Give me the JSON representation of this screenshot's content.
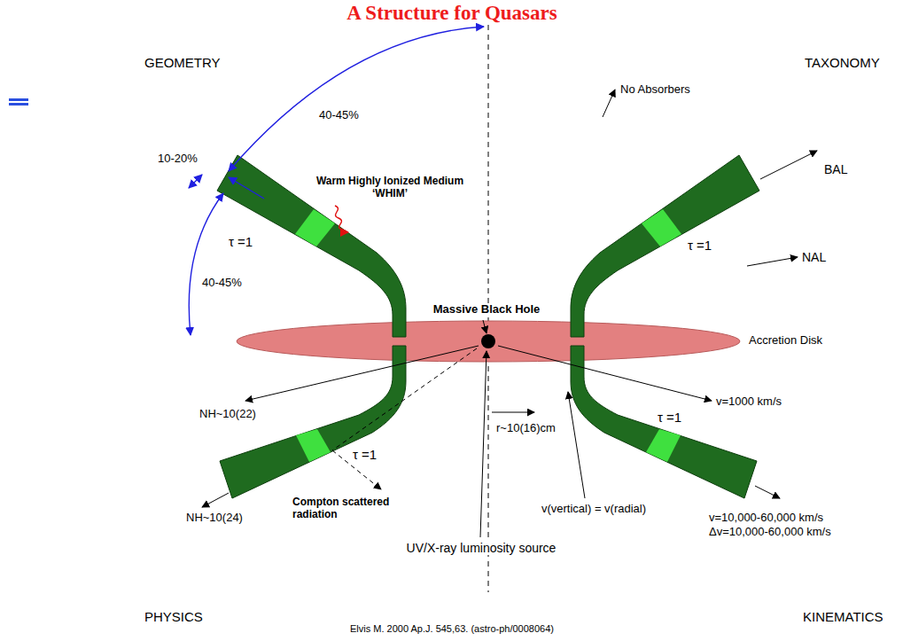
{
  "diagram": {
    "title": "A Structure for Quasars",
    "caption": "Elvis M. 2000 Ap.J. 545,63. (astro-ph/0008064)",
    "labels": [
      "GEOMETRY",
      "TAXONOMY",
      "No Absorbers",
      "40-45%",
      "10-20%",
      "BAL",
      "Warm Highly Ionized Medium ‘WHIM’",
      "τ =1",
      "τ =1",
      "NAL",
      "40-45%",
      "Massive Black Hole",
      "Accretion Disk",
      "v=1000 km/s",
      "NH~10(22)",
      "r~10(16)cm",
      "τ =1",
      "τ =1",
      "Compton scattered radiation",
      "v(vertical) = v(radial)",
      "NH~10(24)",
      "v=10,000-60,000 km/s",
      "Δv=10,000-60,000 km/s",
      "UV/X-ray luminosity source",
      "PHYSICS",
      "KINEMATICS"
    ]
  }
}
